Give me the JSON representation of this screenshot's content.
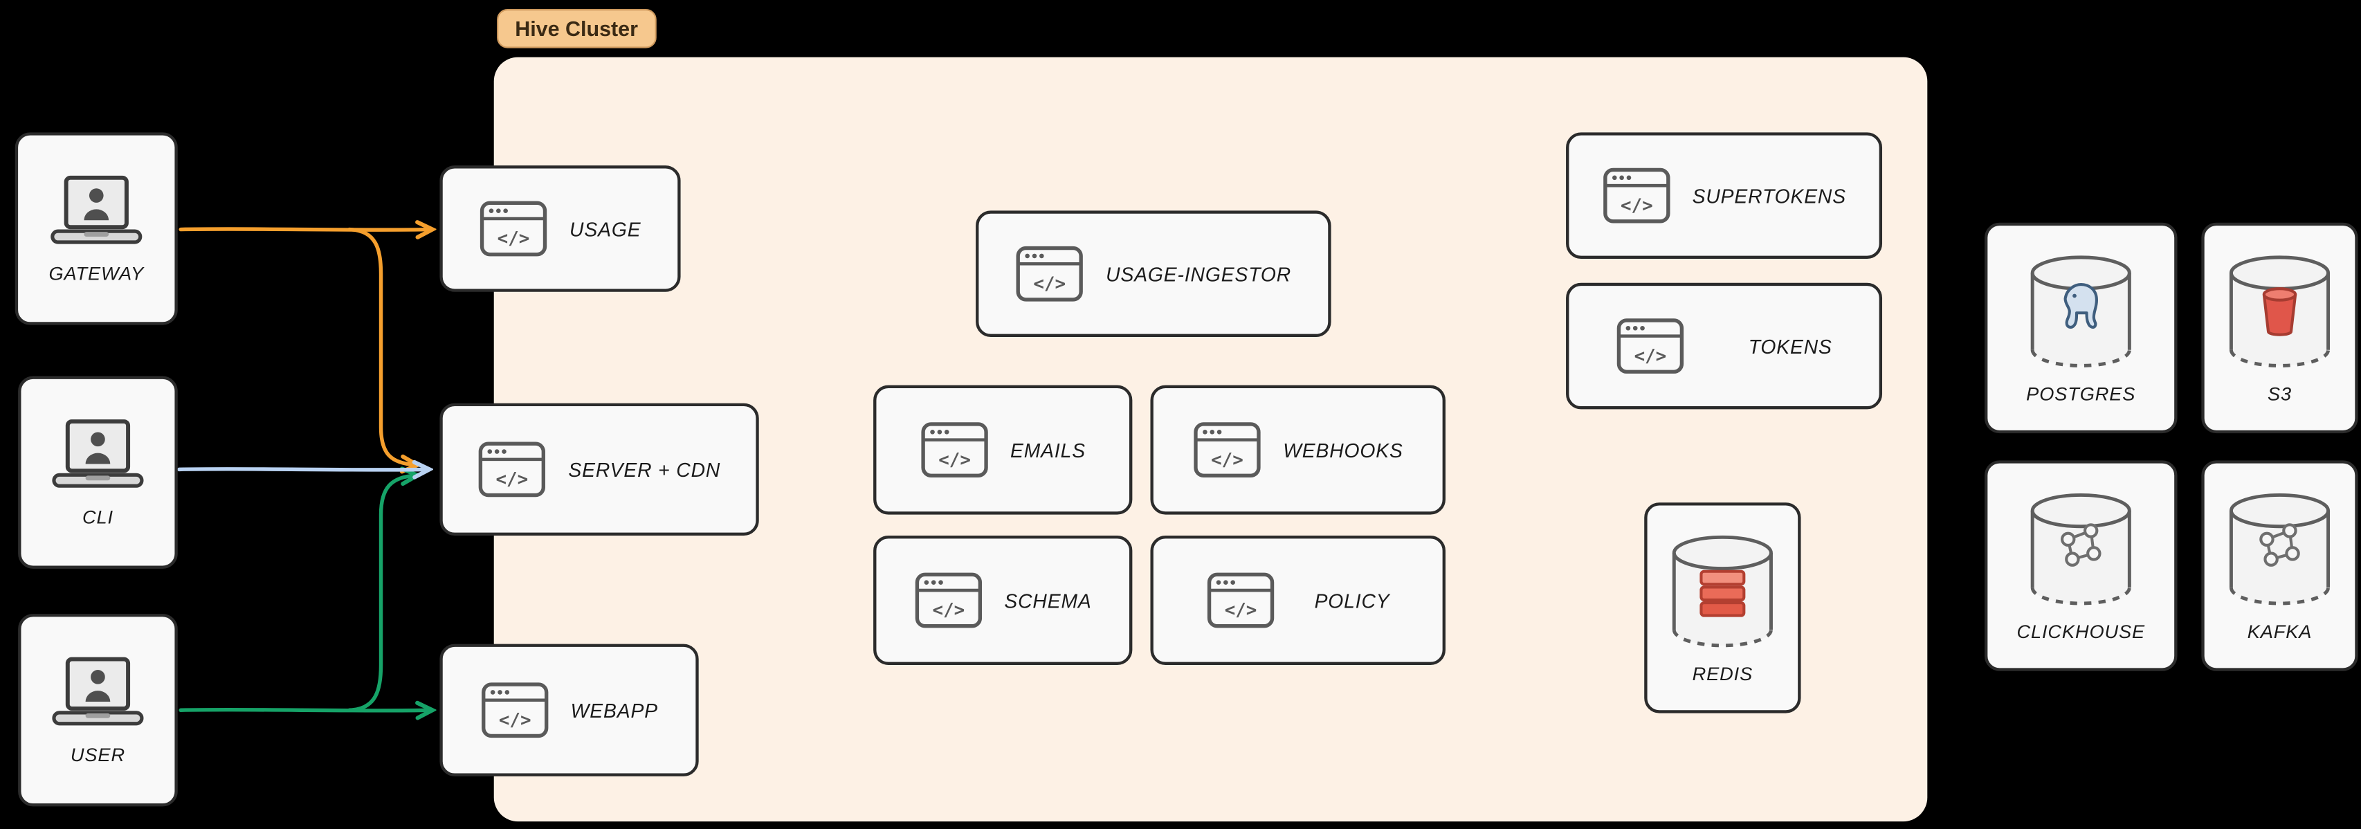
{
  "cluster": {
    "label": "Hive Cluster"
  },
  "clients": [
    {
      "id": "gateway",
      "label": "GATEWAY"
    },
    {
      "id": "cli",
      "label": "CLI"
    },
    {
      "id": "user",
      "label": "USER"
    }
  ],
  "services": {
    "usage": {
      "label": "USAGE"
    },
    "server_cdn": {
      "label": "SERVER + CDN"
    },
    "webapp": {
      "label": "WEBAPP"
    },
    "usage_ingestor": {
      "label": "USAGE-INGESTOR"
    },
    "emails": {
      "label": "EMAILS"
    },
    "webhooks": {
      "label": "WEBHOOKS"
    },
    "schema": {
      "label": "SCHEMA"
    },
    "policy": {
      "label": "POLICY"
    },
    "supertokens": {
      "label": "SUPERTOKENS"
    },
    "tokens": {
      "label": "TOKENS"
    },
    "redis": {
      "label": "REDIS"
    }
  },
  "datastores": {
    "postgres": {
      "label": "POSTGRES"
    },
    "s3": {
      "label": "S3"
    },
    "clickhouse": {
      "label": "CLICKHOUSE"
    },
    "kafka": {
      "label": "KAFKA"
    }
  },
  "edges": [
    {
      "from": "gateway",
      "to": "usage",
      "color": "#f59f2d"
    },
    {
      "from": "gateway",
      "to": "server_cdn",
      "color": "#f59f2d"
    },
    {
      "from": "cli",
      "to": "server_cdn",
      "color": "#b9d2f2"
    },
    {
      "from": "user",
      "to": "server_cdn",
      "color": "#16a368"
    },
    {
      "from": "user",
      "to": "webapp",
      "color": "#16a368"
    }
  ],
  "icons": {
    "client": "laptop-user-icon",
    "service": "code-window-icon",
    "datastore": "database-cylinder-icon",
    "code_glyph": "</>"
  },
  "colors": {
    "arrow_gateway": "#f59f2d",
    "arrow_cli": "#b9d2f2",
    "arrow_user": "#16a368",
    "cluster_bg": "#fdf1e5",
    "cluster_label_bg": "#f6c88e",
    "node_bg": "#f9f9f9",
    "node_border": "#2b2b2b",
    "icon_stroke": "#5a5a5a",
    "redis_red": "#e25a47",
    "postgres_blue": "#d4e1ef",
    "s3_red": "#e0564a",
    "background": "#000000"
  }
}
